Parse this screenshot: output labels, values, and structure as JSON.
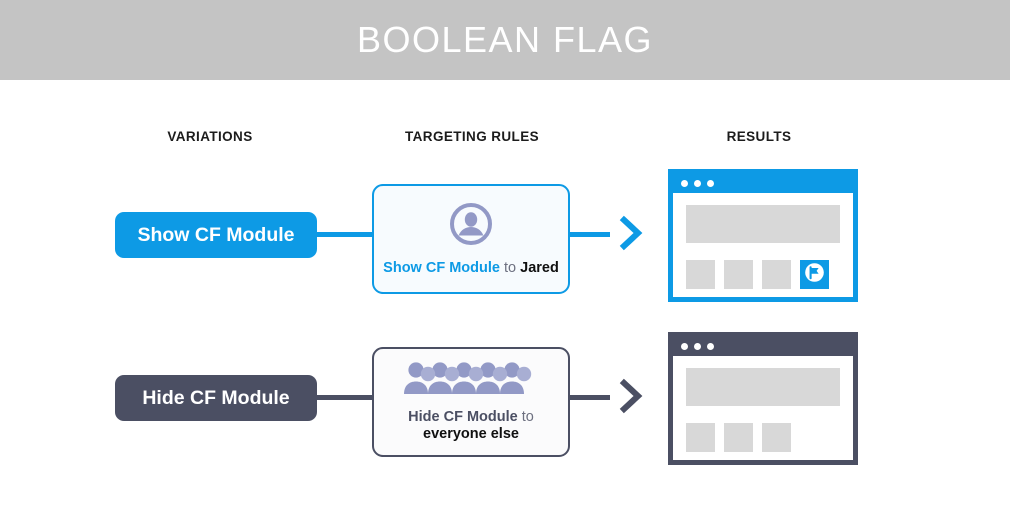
{
  "banner": {
    "title": "BOOLEAN FLAG"
  },
  "columns": {
    "variations": "VARIATIONS",
    "targeting": "TARGETING RULES",
    "results": "RESULTS"
  },
  "colors": {
    "blue": "#0d9ae5",
    "dark_slate": "#4b4f63",
    "banner_gray": "#c4c4c4",
    "icon_purple": "#9299c6",
    "placeholder_gray": "#d8d8d8"
  },
  "rows": [
    {
      "variation_label": "Show CF Module",
      "variation_style": "blue",
      "rule_icon": "single-person-icon",
      "rule_prefix": "Show CF Module",
      "rule_connector": " to ",
      "rule_target": "Jared",
      "arrow_icon": "arrow-right-icon",
      "arrow_style": "blue",
      "result_window": {
        "style": "blue",
        "dots": 3,
        "hero_block": true,
        "tiles": 3,
        "highlight_tile": true,
        "highlight_icon": "flag-icon"
      }
    },
    {
      "variation_label": "Hide CF Module",
      "variation_style": "dark",
      "rule_icon": "crowd-of-people-icon",
      "rule_prefix": "Hide CF Module",
      "rule_connector": " to",
      "rule_target": "everyone else",
      "arrow_icon": "arrow-right-icon",
      "arrow_style": "dark",
      "result_window": {
        "style": "dark",
        "dots": 3,
        "hero_block": true,
        "tiles": 3,
        "highlight_tile": false,
        "highlight_icon": ""
      }
    }
  ]
}
